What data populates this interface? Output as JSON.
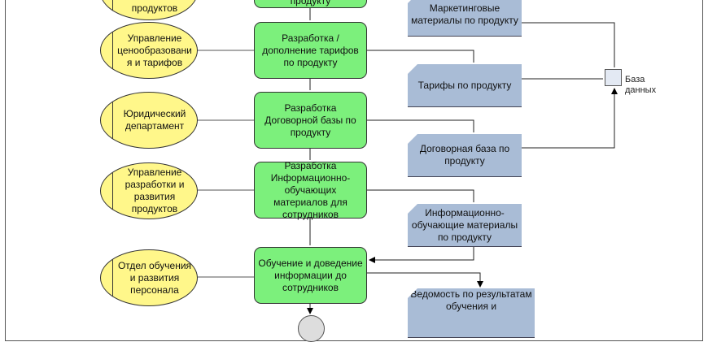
{
  "org_units": [
    "продуктов",
    "Управление ценообразовани я и тарифов",
    "Юридический департамент",
    "Управление разработки и развития продуктов",
    "Отдел обучения и развития персонала"
  ],
  "functions": [
    "продукту",
    "Разработка / дополнение тарифов по продукту",
    "Разработка Договорной базы по продукту",
    "Разработка Информационно-обучающих материалов для сотрудников",
    "Обучение и доведение информации до сотрудников"
  ],
  "documents": [
    "Маркетинговые материалы по продукту",
    "Тарифы по продукту",
    "Договорная база по продукту",
    "Информационно-обучающие материалы по продукту",
    "Ведомость по результатам обучения и"
  ],
  "database": {
    "label": "База данных"
  },
  "colors": {
    "org_unit": "#fff78a",
    "function": "#7cf07c",
    "document": "#a9bcd6"
  }
}
